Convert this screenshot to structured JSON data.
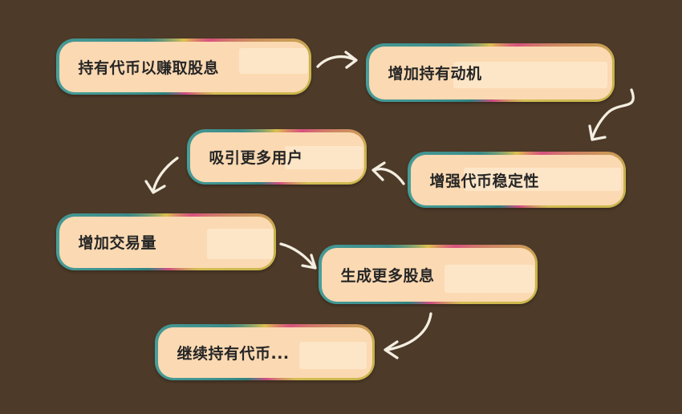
{
  "page": {
    "background_color": "#4d3a28"
  },
  "diagram": {
    "type": "flowchart-cycle",
    "style": {
      "node_fill": "#fbd9b2",
      "node_border_colors": [
        "#3f8f8d",
        "#dcc04e",
        "#d8517f",
        "#c6b24b"
      ],
      "arrow_color": "#f3eee1",
      "text_color": "#262626"
    },
    "nodes": [
      {
        "label": "持有代币以赚取股息"
      },
      {
        "label": "增加持有动机"
      },
      {
        "label": "吸引更多用户"
      },
      {
        "label": "增强代币稳定性"
      },
      {
        "label": "增加交易量"
      },
      {
        "label": "生成更多股息"
      },
      {
        "label": "继续持有代币..."
      }
    ],
    "edges": [
      {
        "from": "持有代币以赚取股息",
        "to": "增加持有动机"
      },
      {
        "from": "增加持有动机",
        "to": "增强代币稳定性"
      },
      {
        "from": "增强代币稳定性",
        "to": "吸引更多用户"
      },
      {
        "from": "吸引更多用户",
        "to": "增加交易量"
      },
      {
        "from": "增加交易量",
        "to": "生成更多股息"
      },
      {
        "from": "生成更多股息",
        "to": "继续持有代币..."
      }
    ]
  }
}
